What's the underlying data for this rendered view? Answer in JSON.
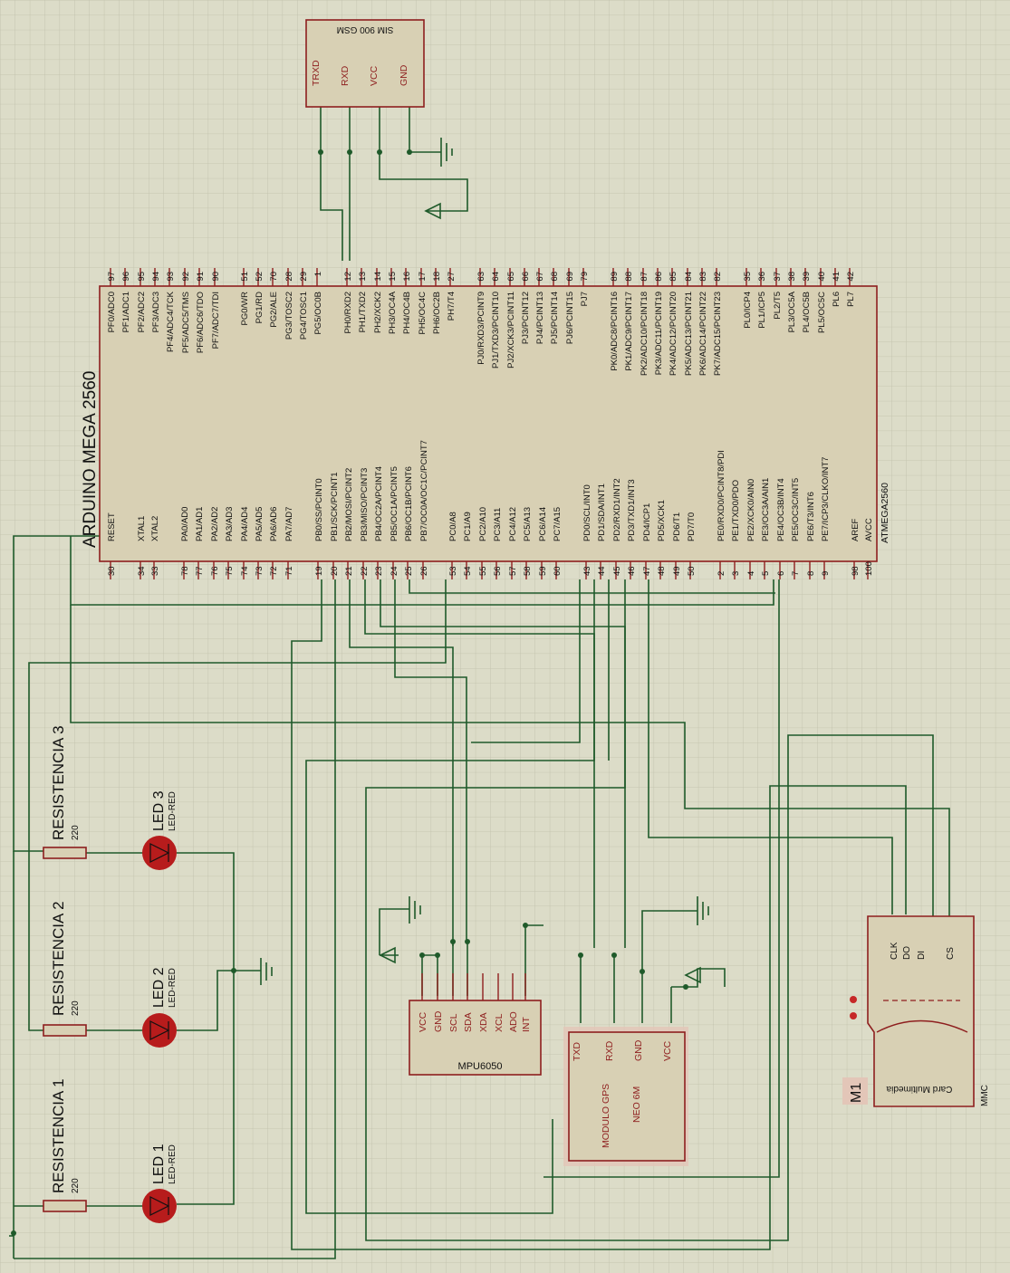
{
  "gsm": {
    "title": "SIM 900 GSM",
    "pins": [
      "TRXD",
      "RXD",
      "VCC",
      "GND"
    ]
  },
  "arduino": {
    "title": "ARDUINO MEGA 2560",
    "chip": "ATMEGA2560",
    "left_pins": [
      {
        "name": "RESET",
        "num": "30"
      },
      {
        "name": "XTAL1",
        "num": "34"
      },
      {
        "name": "XTAL2",
        "num": "33"
      },
      {
        "name": "PA0/AD0",
        "num": "78"
      },
      {
        "name": "PA1/AD1",
        "num": "77"
      },
      {
        "name": "PA2/AD2",
        "num": "76"
      },
      {
        "name": "PA3/AD3",
        "num": "75"
      },
      {
        "name": "PA4/AD4",
        "num": "74"
      },
      {
        "name": "PA5/AD5",
        "num": "73"
      },
      {
        "name": "PA6/AD6",
        "num": "72"
      },
      {
        "name": "PA7/AD7",
        "num": "71"
      },
      {
        "name": "PB0/SS/PCINT0",
        "num": "19"
      },
      {
        "name": "PB1/SCK/PCINT1",
        "num": "20"
      },
      {
        "name": "PB2/MOSI/PCINT2",
        "num": "21"
      },
      {
        "name": "PB3/MISO/PCINT3",
        "num": "22"
      },
      {
        "name": "PB4/OC2A/PCINT4",
        "num": "23"
      },
      {
        "name": "PB5/OC1A/PCINT5",
        "num": "24"
      },
      {
        "name": "PB6/OC1B/PCINT6",
        "num": "25"
      },
      {
        "name": "PB7/OC0A/OC1C/PCINT7",
        "num": "26"
      },
      {
        "name": "PC0/A8",
        "num": "53"
      },
      {
        "name": "PC1/A9",
        "num": "54"
      },
      {
        "name": "PC2/A10",
        "num": "55"
      },
      {
        "name": "PC3/A11",
        "num": "56"
      },
      {
        "name": "PC4/A12",
        "num": "57"
      },
      {
        "name": "PC5/A13",
        "num": "58"
      },
      {
        "name": "PC6/A14",
        "num": "59"
      },
      {
        "name": "PC7/A15",
        "num": "60"
      },
      {
        "name": "PD0/SCL/INT0",
        "num": "43"
      },
      {
        "name": "PD1/SDA/INT1",
        "num": "44"
      },
      {
        "name": "PD2/RXD1/INT2",
        "num": "45"
      },
      {
        "name": "PD3/TXD1/INT3",
        "num": "46"
      },
      {
        "name": "PD4/ICP1",
        "num": "47"
      },
      {
        "name": "PD5/XCK1",
        "num": "48"
      },
      {
        "name": "PD6/T1",
        "num": "49"
      },
      {
        "name": "PD7/T0",
        "num": "50"
      },
      {
        "name": "PE0/RXD0/PCINT8/PDI",
        "num": "2"
      },
      {
        "name": "PE1/TXD0/PDO",
        "num": "3"
      },
      {
        "name": "PE2/XCK0/AIN0",
        "num": "4"
      },
      {
        "name": "PE3/OC3A/AIN1",
        "num": "5"
      },
      {
        "name": "PE4/OC3B/INT4",
        "num": "6"
      },
      {
        "name": "PE5/OC3C/INT5",
        "num": "7"
      },
      {
        "name": "PE6/T3/INT6",
        "num": "8"
      },
      {
        "name": "PE7/ICP3/CLKO/INT7",
        "num": "9"
      },
      {
        "name": "AREF",
        "num": "98"
      },
      {
        "name": "AVCC",
        "num": "100"
      }
    ],
    "right_pins": [
      {
        "name": "PF0/ADC0",
        "num": "97"
      },
      {
        "name": "PF1/ADC1",
        "num": "96"
      },
      {
        "name": "PF2/ADC2",
        "num": "95"
      },
      {
        "name": "PF3/ADC3",
        "num": "94"
      },
      {
        "name": "PF4/ADC4/TCK",
        "num": "93"
      },
      {
        "name": "PF5/ADC5/TMS",
        "num": "92"
      },
      {
        "name": "PF6/ADC6/TDO",
        "num": "91"
      },
      {
        "name": "PF7/ADC7/TDI",
        "num": "90"
      },
      {
        "name": "PG0/WR",
        "num": "51"
      },
      {
        "name": "PG1/RD",
        "num": "52"
      },
      {
        "name": "PG2/ALE",
        "num": "70"
      },
      {
        "name": "PG3/TOSC2",
        "num": "28"
      },
      {
        "name": "PG4/TOSC1",
        "num": "29"
      },
      {
        "name": "PG5/OC0B",
        "num": "1"
      },
      {
        "name": "PH0/RXD2",
        "num": "12"
      },
      {
        "name": "PH1/TXD2",
        "num": "13"
      },
      {
        "name": "PH2/XCK2",
        "num": "14"
      },
      {
        "name": "PH3/OC4A",
        "num": "15"
      },
      {
        "name": "PH4/OC4B",
        "num": "16"
      },
      {
        "name": "PH5/OC4C",
        "num": "17"
      },
      {
        "name": "PH6/OC2B",
        "num": "18"
      },
      {
        "name": "PH7/T4",
        "num": "27"
      },
      {
        "name": "PJ0/RXD3/PCINT9",
        "num": "63"
      },
      {
        "name": "PJ1/TXD3/PCINT10",
        "num": "64"
      },
      {
        "name": "PJ2/XCK3/PCINT11",
        "num": "65"
      },
      {
        "name": "PJ3/PCINT12",
        "num": "66"
      },
      {
        "name": "PJ4/PCINT13",
        "num": "67"
      },
      {
        "name": "PJ5/PCINT14",
        "num": "68"
      },
      {
        "name": "PJ6/PCINT15",
        "num": "69"
      },
      {
        "name": "PJ7",
        "num": "79"
      },
      {
        "name": "PK0/ADC8/PCINT16",
        "num": "89"
      },
      {
        "name": "PK1/ADC9/PCINT17",
        "num": "88"
      },
      {
        "name": "PK2/ADC10/PCINT18",
        "num": "87"
      },
      {
        "name": "PK3/ADC11/PCINT19",
        "num": "86"
      },
      {
        "name": "PK4/ADC12/PCINT20",
        "num": "85"
      },
      {
        "name": "PK5/ADC13/PCINT21",
        "num": "84"
      },
      {
        "name": "PK6/ADC14/PCINT22",
        "num": "83"
      },
      {
        "name": "PK7/ADC15/PCINT23",
        "num": "82"
      },
      {
        "name": "PL0/ICP4",
        "num": "35"
      },
      {
        "name": "PL1/ICP5",
        "num": "36"
      },
      {
        "name": "PL2/T5",
        "num": "37"
      },
      {
        "name": "PL3/OC5A",
        "num": "38"
      },
      {
        "name": "PL4/OC5B",
        "num": "39"
      },
      {
        "name": "PL5/OC5C",
        "num": "40"
      },
      {
        "name": "PL6",
        "num": "41"
      },
      {
        "name": "PL7",
        "num": "42"
      }
    ]
  },
  "resistors": [
    {
      "name": "RESISTENCIA 3",
      "value": "220"
    },
    {
      "name": "RESISTENCIA 2",
      "value": "220"
    },
    {
      "name": "RESISTENCIA 1",
      "value": "220"
    }
  ],
  "leds": [
    {
      "name": "LED 3",
      "type": "LED-RED"
    },
    {
      "name": "LED 2",
      "type": "LED-RED"
    },
    {
      "name": "LED 1",
      "type": "LED-RED"
    }
  ],
  "mpu": {
    "title": "MPU6050",
    "pins": [
      "VCC",
      "GND",
      "SCL",
      "SDA",
      "XDA",
      "XCL",
      "ADO",
      "INT"
    ]
  },
  "gps": {
    "title": "MODULO GPS",
    "subtitle": "NEO 6M",
    "pins": [
      "TXD",
      "RXD",
      "GND",
      "VCC"
    ]
  },
  "mmc": {
    "ref": "M1",
    "label": "Card Multimedia",
    "type": "MMC",
    "pins": [
      "CLK",
      "DO",
      "DI",
      "CS"
    ]
  },
  "colors": {
    "background": "#dcdcc8",
    "wire": "#1f5a2a",
    "outline": "#8e1e1e",
    "component_fill": "#d8d0b4",
    "gps_fill": "#d2b49e",
    "led": "#b71c1c"
  }
}
